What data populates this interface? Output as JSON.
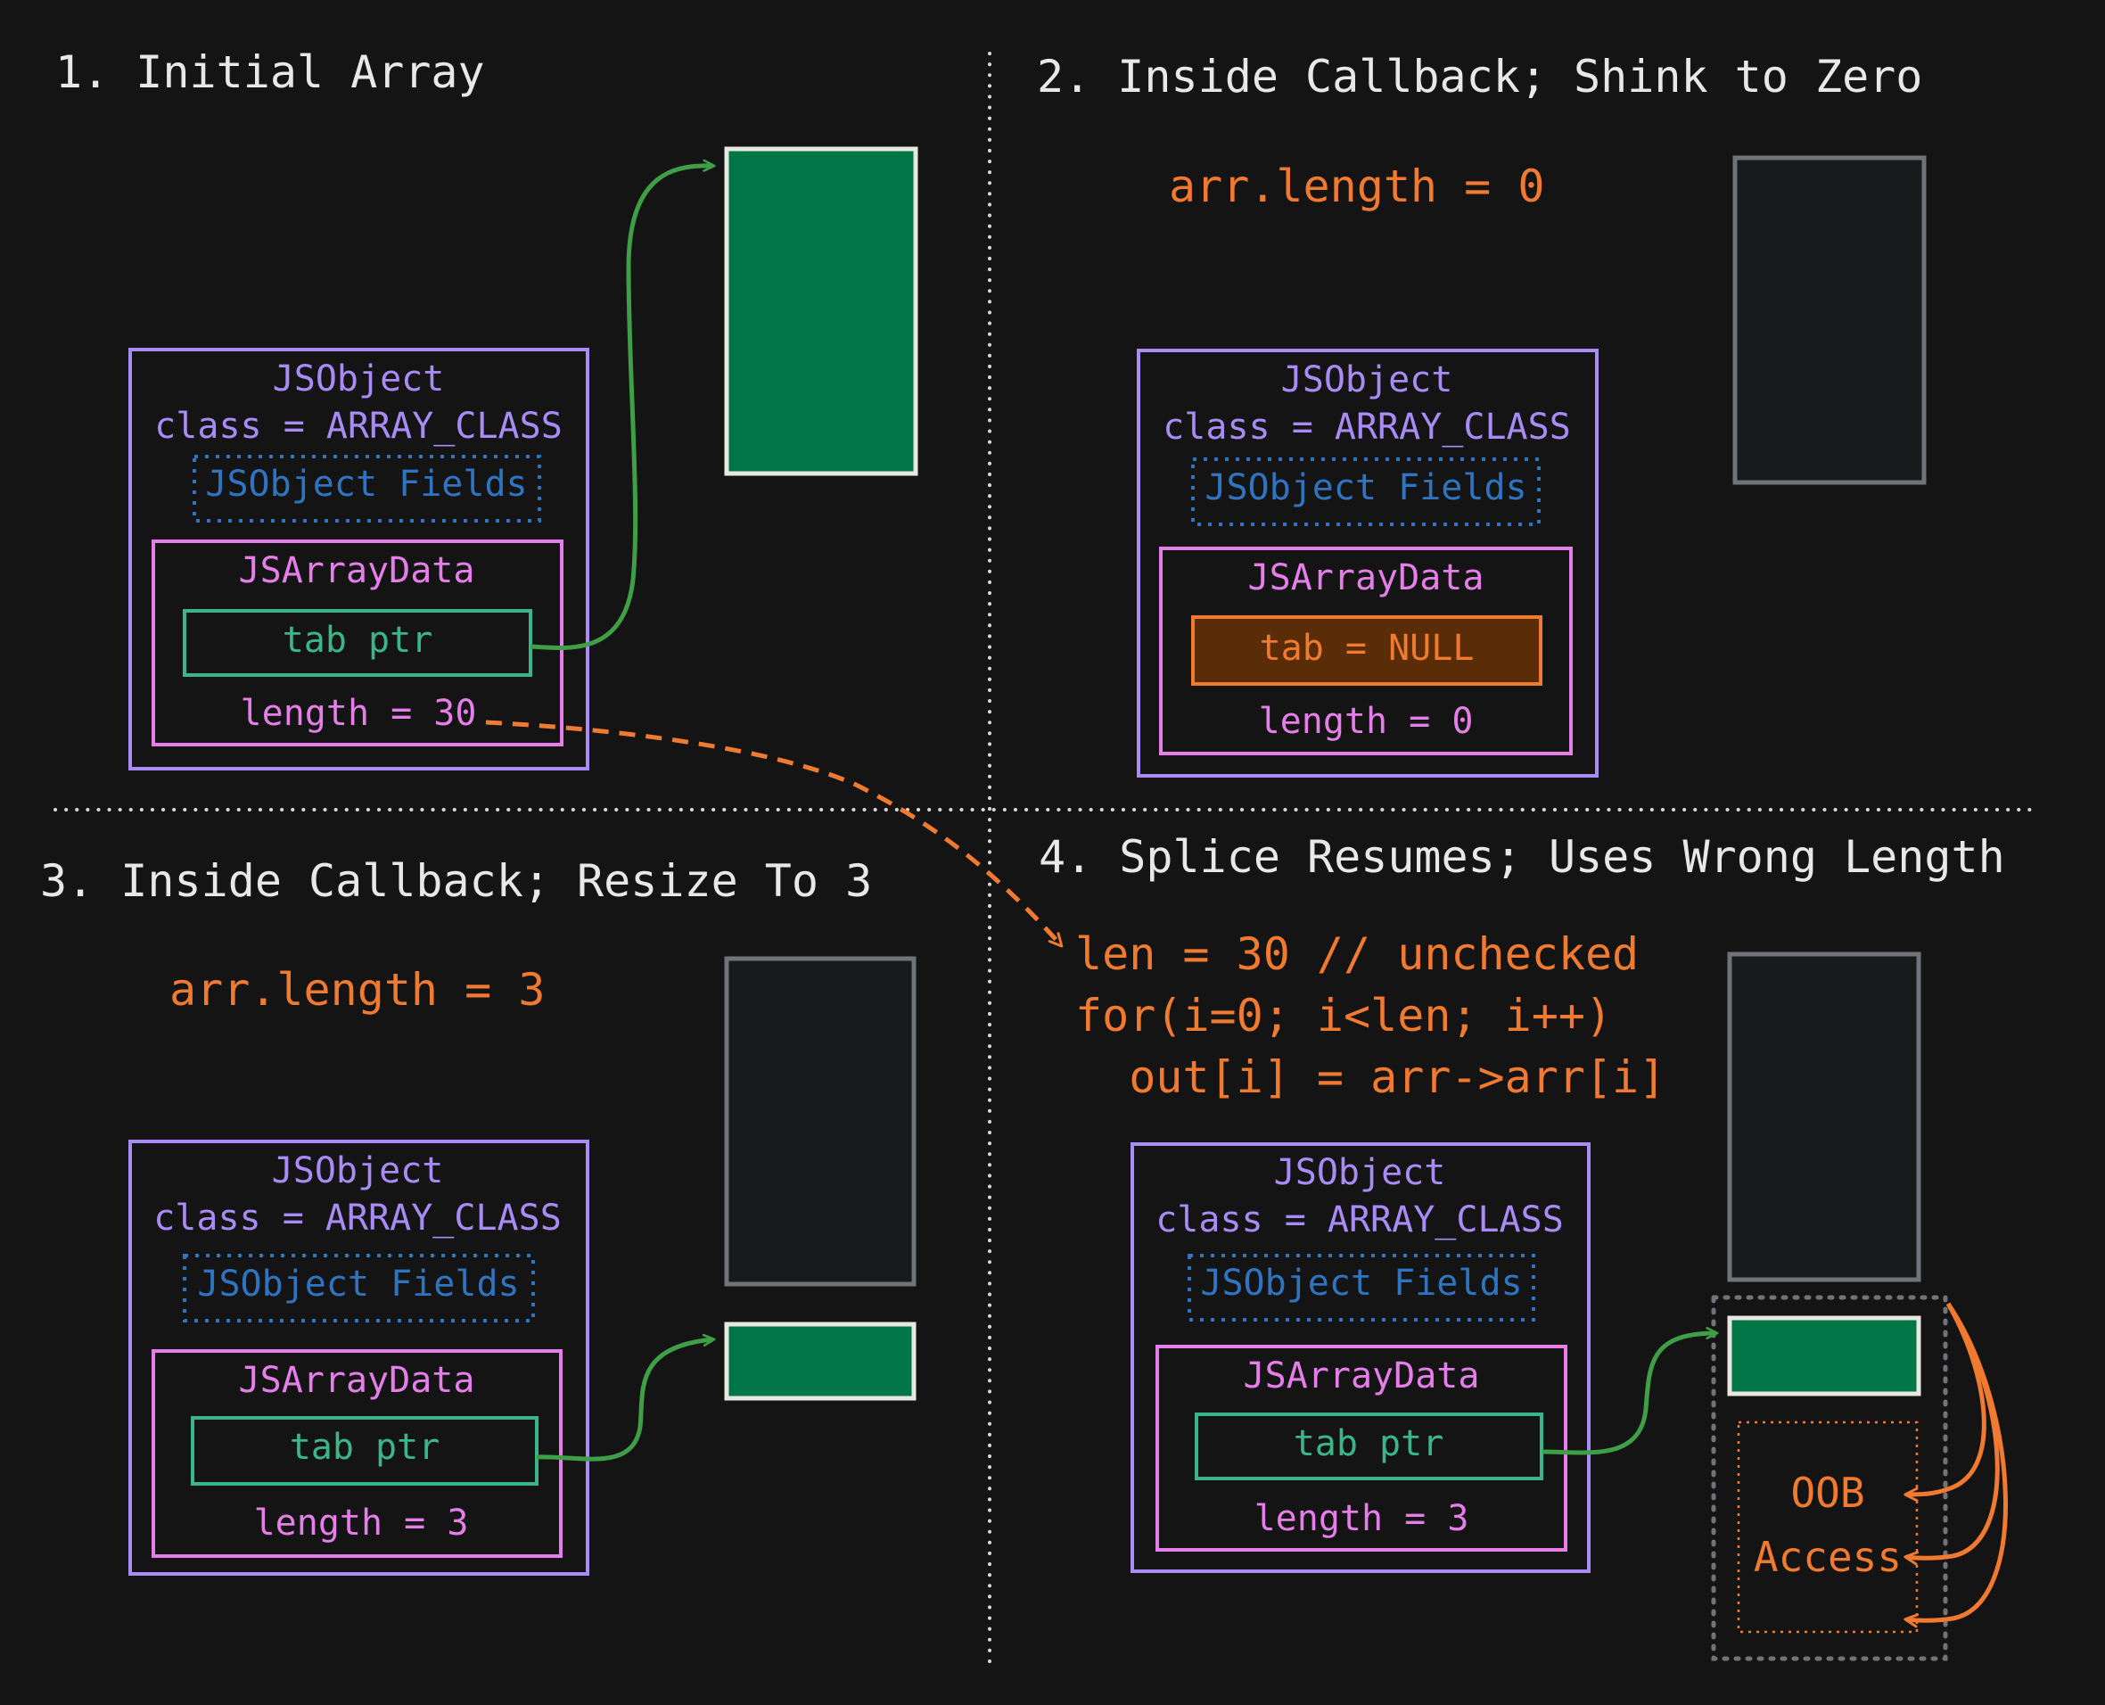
{
  "panels": [
    {
      "title": "1. Initial Array",
      "code": [],
      "obj": {
        "header": "JSObject",
        "class_line": "class = ARRAY_CLASS",
        "fields": "JSObject Fields",
        "data_header": "JSArrayData",
        "tab": "tab ptr",
        "length": "length = 30"
      }
    },
    {
      "title": "2. Inside Callback; Shink to Zero",
      "code": [
        "arr.length = 0"
      ],
      "obj": {
        "header": "JSObject",
        "class_line": "class = ARRAY_CLASS",
        "fields": "JSObject Fields",
        "data_header": "JSArrayData",
        "tab": "tab = NULL",
        "length": "length = 0"
      }
    },
    {
      "title": "3. Inside Callback; Resize To 3",
      "code": [
        "arr.length = 3"
      ],
      "obj": {
        "header": "JSObject",
        "class_line": "class = ARRAY_CLASS",
        "fields": "JSObject Fields",
        "data_header": "JSArrayData",
        "tab": "tab ptr",
        "length": "length = 3"
      }
    },
    {
      "title": "4. Splice Resumes; Uses Wrong Length",
      "code": [
        "len = 30 // unchecked",
        "for(i=0; i<len; i++)",
        "  out[i] = arr->arr[i]"
      ],
      "obj": {
        "header": "JSObject",
        "class_line": "class = ARRAY_CLASS",
        "fields": "JSObject Fields",
        "data_header": "JSArrayData",
        "tab": "tab ptr",
        "length": "length = 3"
      }
    }
  ],
  "oob_label": [
    "OOB",
    "Access"
  ],
  "colors": {
    "background": "#141414",
    "title_text": "#e8e8e8",
    "jsobject": "#a88bf5",
    "fields": "#2f74c0",
    "arraydata": "#e57ee8",
    "tab_ptr": "#3bb58a",
    "tab_null_fill": "#5a2d08",
    "accent_orange": "#f07a30",
    "buffer_fill": "#007545",
    "buffer_stroke": "#e8e8e0",
    "freed_stroke": "#707478",
    "freed_fill": "#191a1c",
    "arrow_green": "#3f9f47"
  },
  "icons": [
    "arrow-right-icon"
  ]
}
